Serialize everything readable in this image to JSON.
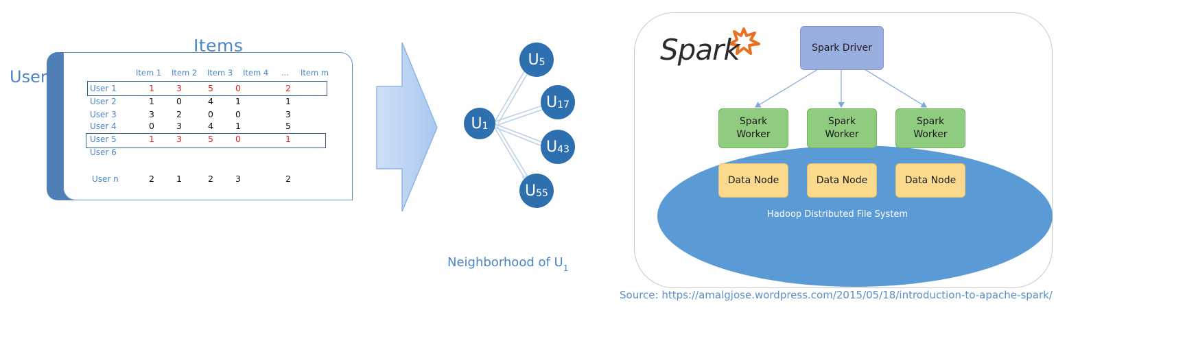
{
  "matrix": {
    "title": "Items",
    "users_label": "Users",
    "columns": [
      "Item 1",
      "Item 2",
      "Item 3",
      "Item 4",
      "...",
      "Item m"
    ],
    "rows": [
      {
        "label": "User 1",
        "values": [
          "1",
          "3",
          "5",
          "0",
          "2"
        ],
        "highlight": true
      },
      {
        "label": "User 2",
        "values": [
          "1",
          "0",
          "4",
          "1",
          "1"
        ],
        "highlight": false
      },
      {
        "label": "User 3",
        "values": [
          "3",
          "2",
          "0",
          "0",
          "3"
        ],
        "highlight": false
      },
      {
        "label": "User 4",
        "values": [
          "0",
          "3",
          "4",
          "1",
          "5"
        ],
        "highlight": false
      },
      {
        "label": "User 5",
        "values": [
          "1",
          "3",
          "5",
          "0",
          "1"
        ],
        "highlight": true
      },
      {
        "label": "User 6",
        "values": [
          "",
          "",
          "",
          "",
          ""
        ],
        "highlight": false
      },
      {
        "label": "User n",
        "values": [
          "2",
          "1",
          "2",
          "3",
          "2"
        ],
        "highlight": false
      }
    ],
    "highlight_color": "#e02020",
    "accent_color": "#4a86c5"
  },
  "neighborhood": {
    "center": {
      "letter": "U",
      "sub": "1"
    },
    "neighbors": [
      {
        "letter": "U",
        "sub": "5"
      },
      {
        "letter": "U",
        "sub": "17"
      },
      {
        "letter": "U",
        "sub": "43"
      },
      {
        "letter": "U",
        "sub": "55"
      }
    ],
    "caption_text": "Neighborhood of U",
    "caption_sub": "1",
    "node_color": "#2e6fb0"
  },
  "spark": {
    "logo_text": "Spark",
    "driver": "Spark Driver",
    "workers": [
      "Spark Worker",
      "Spark Worker",
      "Spark Worker"
    ],
    "data_nodes": [
      "Data Node",
      "Data Node",
      "Data Node"
    ],
    "hdfs_label": "Hadoop Distributed File System",
    "colors": {
      "driver": "#9aaee0",
      "worker": "#8fcc7f",
      "data_node": "#fbd98d",
      "hdfs": "#5b9bd5",
      "logo_star": "#e8701e"
    }
  },
  "source": "Source: https://amalgjose.wordpress.com/2015/05/18/introduction-to-apache-spark/"
}
